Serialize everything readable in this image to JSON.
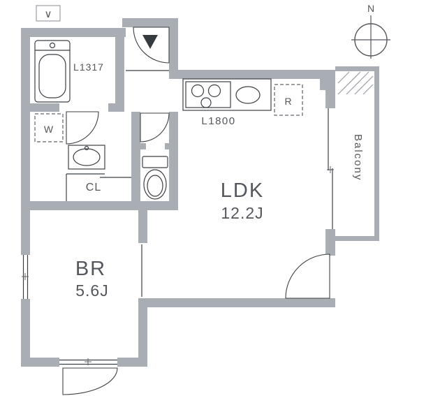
{
  "compass": {
    "label": "N"
  },
  "rooms": {
    "ldk": {
      "name": "LDK",
      "area": "12.2J"
    },
    "bedroom": {
      "name": "BR",
      "area": "5.6J"
    },
    "closet_label": "CL",
    "balcony_label": "Balcony"
  },
  "fixtures": {
    "bath_size": "L1317",
    "kitchen_size": "L1800",
    "washer": "W",
    "refrigerator": "R",
    "vent": "∨"
  },
  "colors": {
    "wall": "#a9aeb4",
    "line": "#3c4045",
    "text": "#54575b",
    "entrance_marker": "#363b40",
    "background": "#ffffff"
  }
}
